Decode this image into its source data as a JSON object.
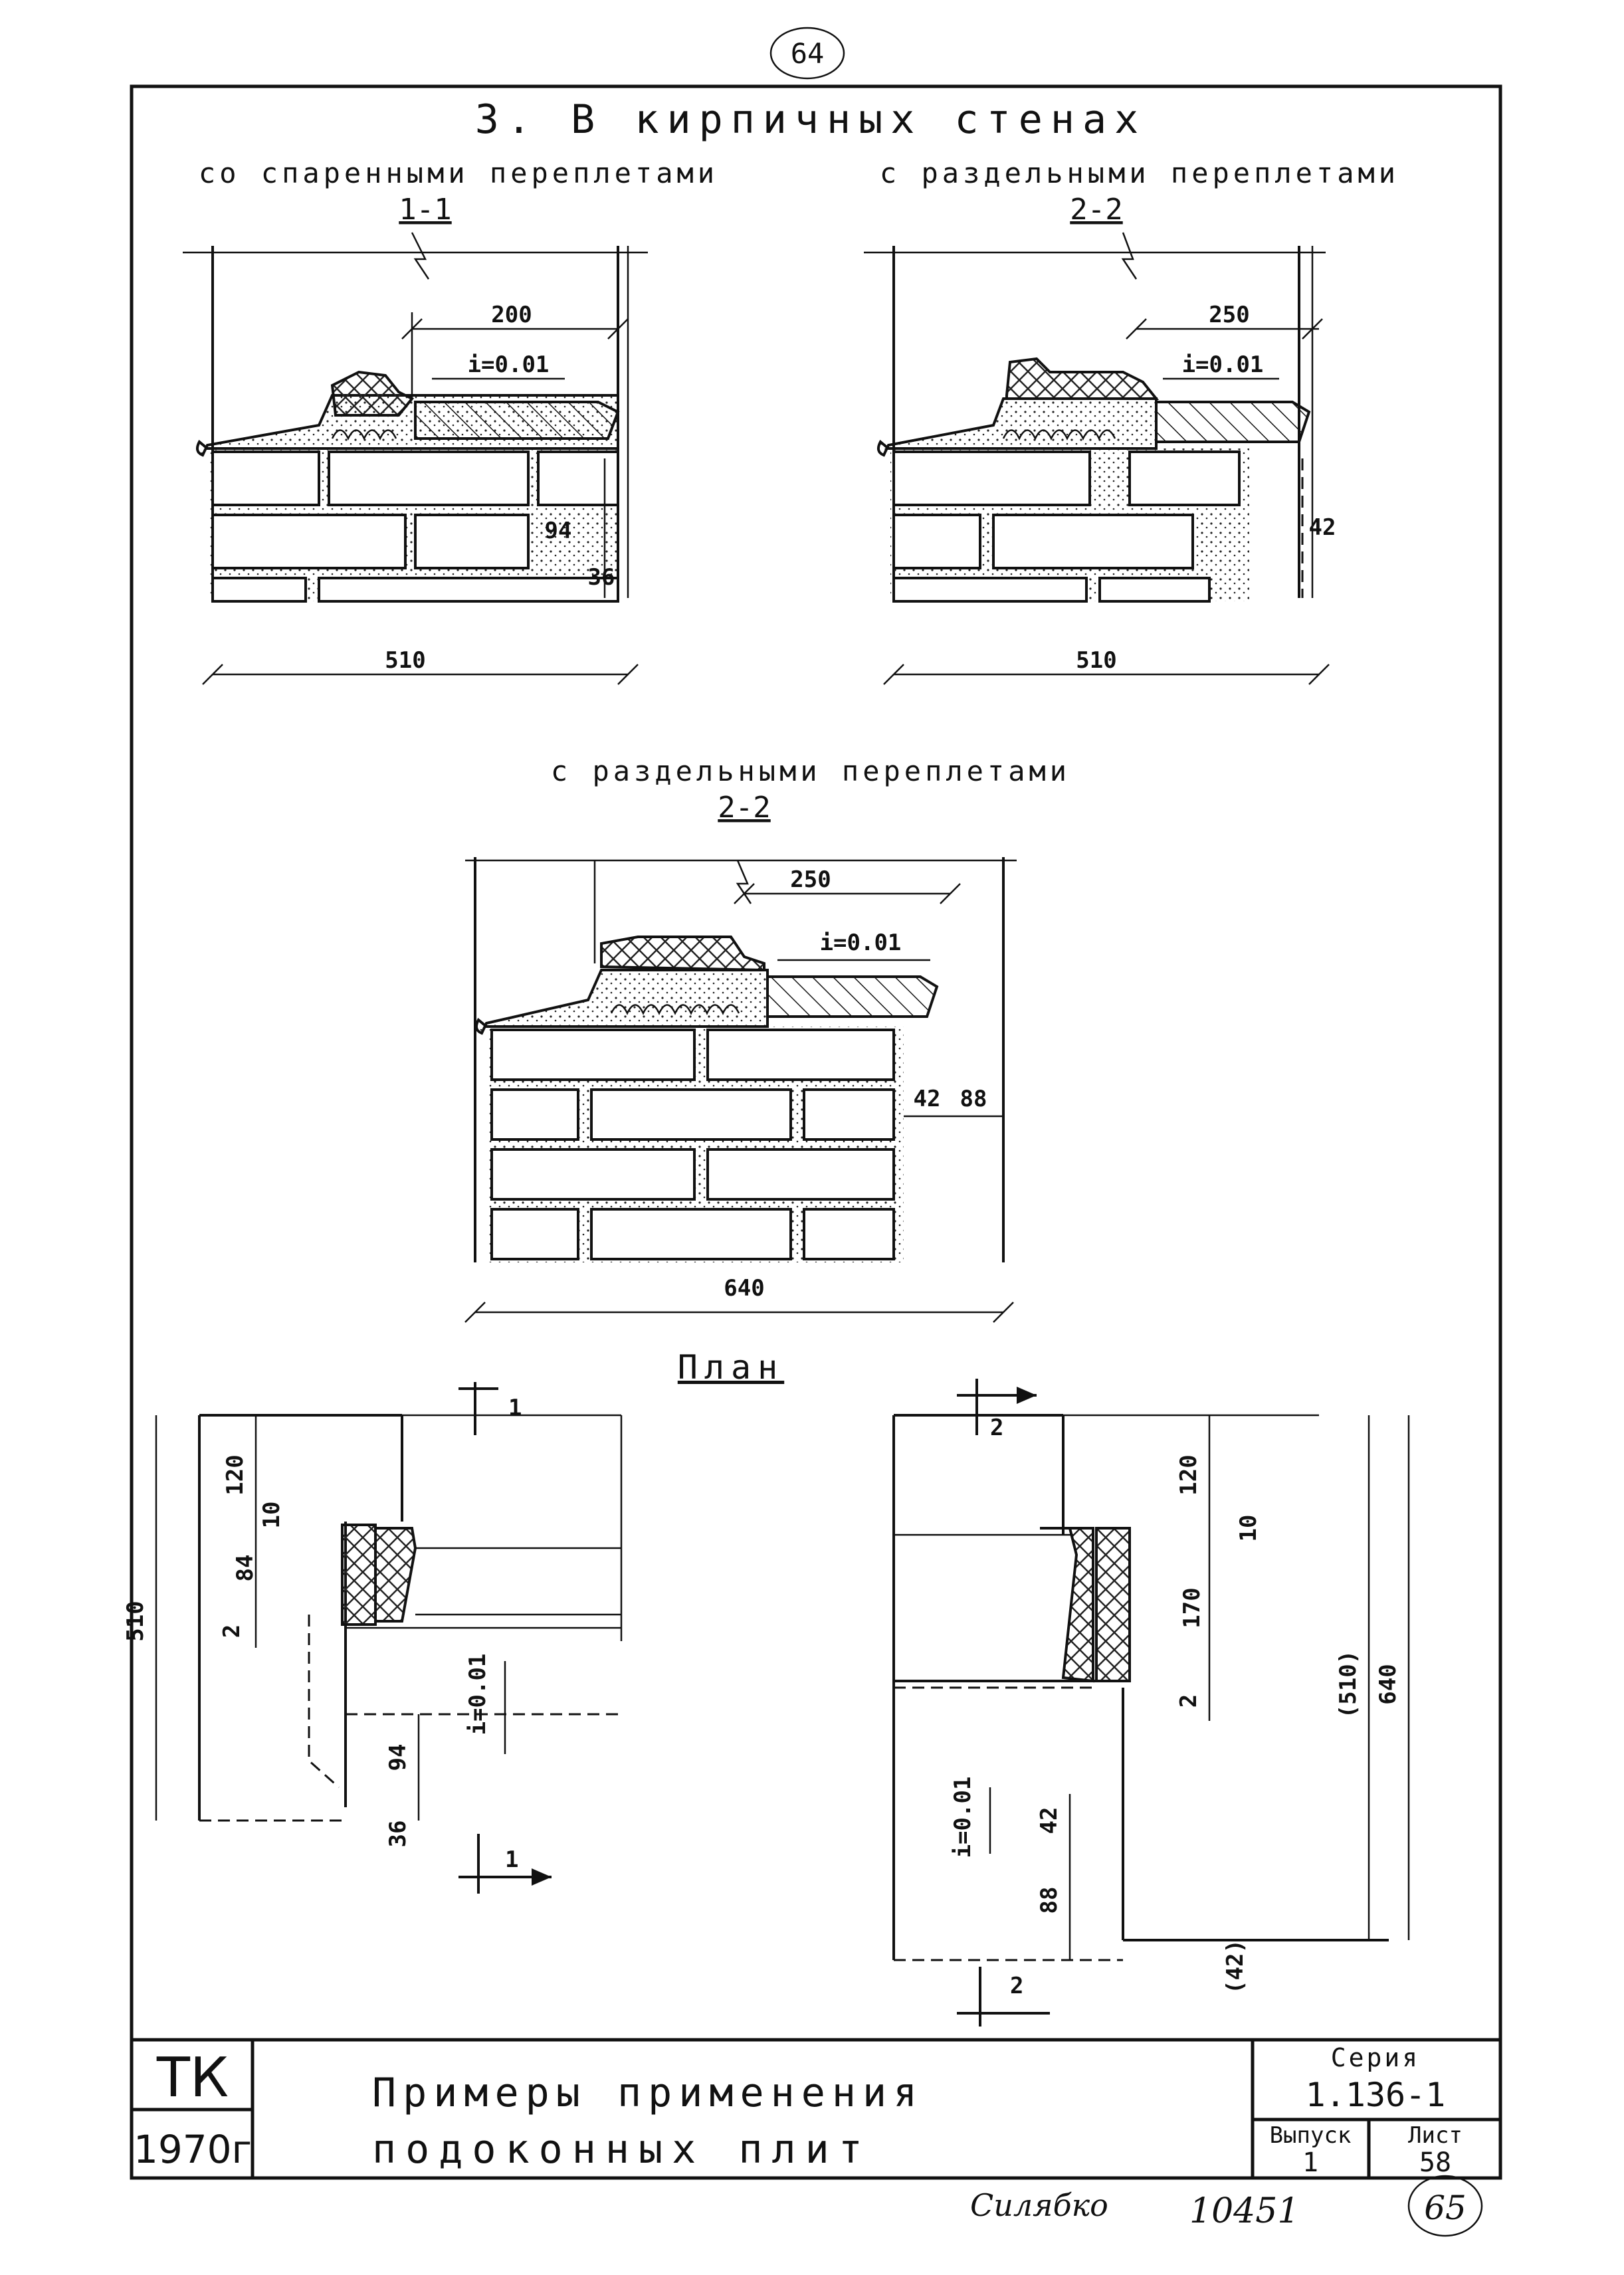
{
  "page_number_top": "64",
  "section_title": "3. В кирпичных стенах",
  "sections": {
    "s1": {
      "caption": "со спаренными переплетами",
      "mark": "1-1",
      "dims": {
        "width_top": "200",
        "slope": "i=0.01",
        "d1": "94",
        "d2": "36",
        "total": "510"
      }
    },
    "s2": {
      "caption": "с раздельными переплетами",
      "mark": "2-2",
      "dims": {
        "width_top": "250",
        "slope": "i=0.01",
        "d1": "42",
        "total": "510"
      }
    },
    "s3": {
      "caption": "с раздельными переплетами",
      "mark": "2-2",
      "dims": {
        "width_top": "250",
        "slope": "i=0.01",
        "d1": "42",
        "d2": "88",
        "total": "640"
      }
    }
  },
  "plan": {
    "title": "План",
    "left": {
      "cut_mark_top": "1",
      "cut_mark_bottom": "1",
      "dims": [
        "120",
        "10",
        "84",
        "2",
        "510",
        "94",
        "36",
        "i=0.01"
      ]
    },
    "right": {
      "cut_mark_top": "2",
      "cut_mark_bottom": "2",
      "dims": [
        "120",
        "10",
        "170",
        "2",
        "(510)",
        "640",
        "i=0.01",
        "42",
        "88",
        "(42)"
      ]
    }
  },
  "title_block": {
    "org": "ТК",
    "year": "1970г",
    "title_line1": "Примеры применения",
    "title_line2": "подоконных плит",
    "series_label": "Серия",
    "series_value": "1.136-1",
    "issue_label": "Выпуск",
    "issue_value": "1",
    "sheet_label": "Лист",
    "sheet_value": "58"
  },
  "footer": {
    "signature": "Силябко",
    "number": "10451",
    "page_number": "65"
  }
}
